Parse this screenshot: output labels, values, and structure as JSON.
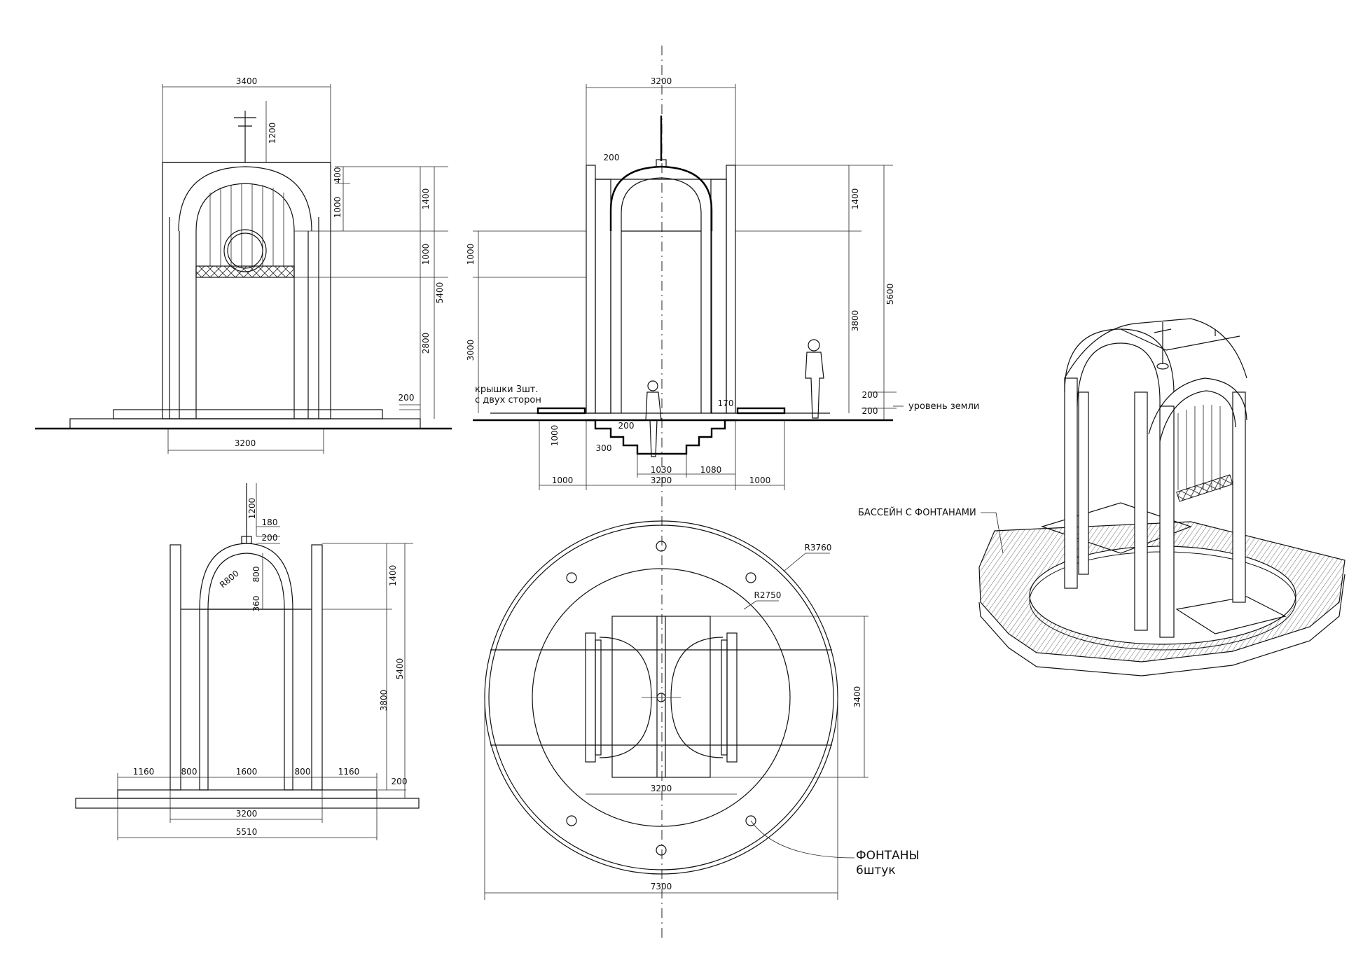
{
  "front_elevation": {
    "width_top": "3400",
    "width_base": "3200",
    "cross_height": "1200",
    "dim_400": "400",
    "dim_1000": "1000",
    "dim_1400": "1400",
    "dim_1000b": "1000",
    "dim_5400": "5400",
    "dim_2800": "2800",
    "dim_200": "200"
  },
  "section": {
    "width_top": "3200",
    "dim_200_top": "200",
    "dim_1400": "1400",
    "dim_5600": "5600",
    "dim_3800": "3800",
    "dim_1000_left": "1000",
    "dim_3000_left": "3000",
    "dim_200_right": "200",
    "dim_200_right2": "200",
    "dim_170": "170",
    "dim_200_step": "200",
    "dim_1000_depth": "1000",
    "dim_300": "300",
    "dim_1030": "1030",
    "dim_1080": "1080",
    "dim_3200_bottom": "3200",
    "dim_1000_l": "1000",
    "dim_1000_r": "1000",
    "covers_note_line1": "крышки 3шт.",
    "covers_note_line2": "с двух сторон",
    "ground_level": "уровень земли"
  },
  "side_elevation": {
    "cross_height": "1200",
    "dim_180": "180",
    "dim_200": "200",
    "radius": "R800",
    "dim_800": "800",
    "dim_360": "360",
    "dim_1400": "1400",
    "dim_5400": "5400",
    "dim_3800": "3800",
    "dim_200_base": "200",
    "seg_1160_l": "1160",
    "seg_800_l": "800",
    "seg_1600": "1600",
    "seg_800_r": "800",
    "seg_1160_r": "1160",
    "dim_3200": "3200",
    "dim_5510": "5510"
  },
  "plan": {
    "outer_radius": "R3760",
    "inner_radius": "R2750",
    "dim_3400": "3400",
    "dim_3200": "3200",
    "dim_7300": "7300",
    "fountains_line1": "ФОНТАНЫ",
    "fountains_line2": "6штук"
  },
  "axonometric": {
    "pool_label": "БАССЕЙН С ФОНТАНАМИ"
  }
}
